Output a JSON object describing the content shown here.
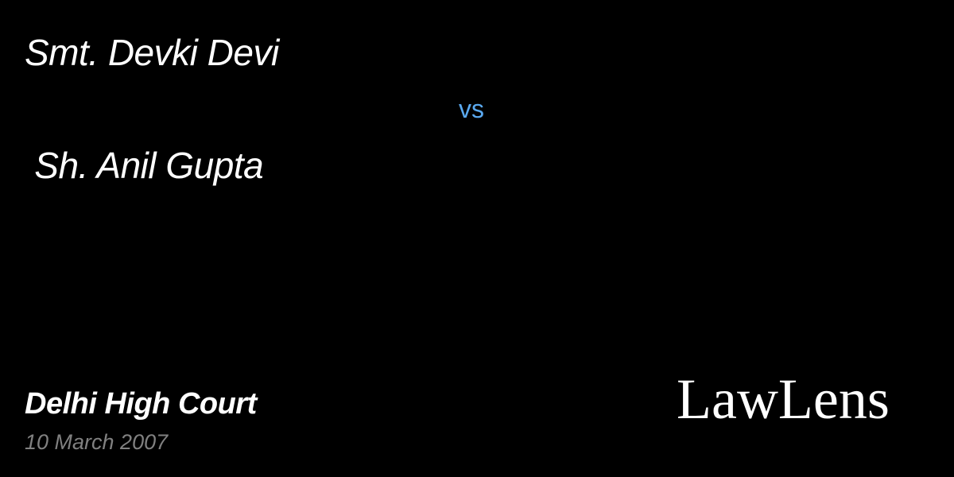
{
  "case": {
    "petitioner": "Smt. Devki Devi",
    "versus": "vs",
    "respondent": " Sh. Anil Gupta",
    "court": "Delhi High Court",
    "date": "10 March 2007"
  },
  "brand": {
    "name": "LawLens"
  },
  "colors": {
    "background": "#000000",
    "text": "#ffffff",
    "vs_accent": "#5aa9f0",
    "date_text": "#808080"
  }
}
